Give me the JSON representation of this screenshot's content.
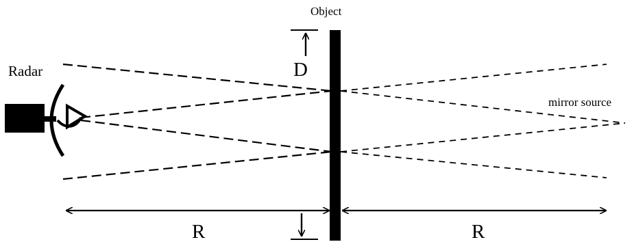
{
  "labels": {
    "object": "Object",
    "radar": "Radar",
    "d": "D",
    "mirror_source": "mirror source",
    "r_left": "R",
    "r_right": "R"
  },
  "colors": {
    "ink": "#000000",
    "background": "#ffffff"
  }
}
